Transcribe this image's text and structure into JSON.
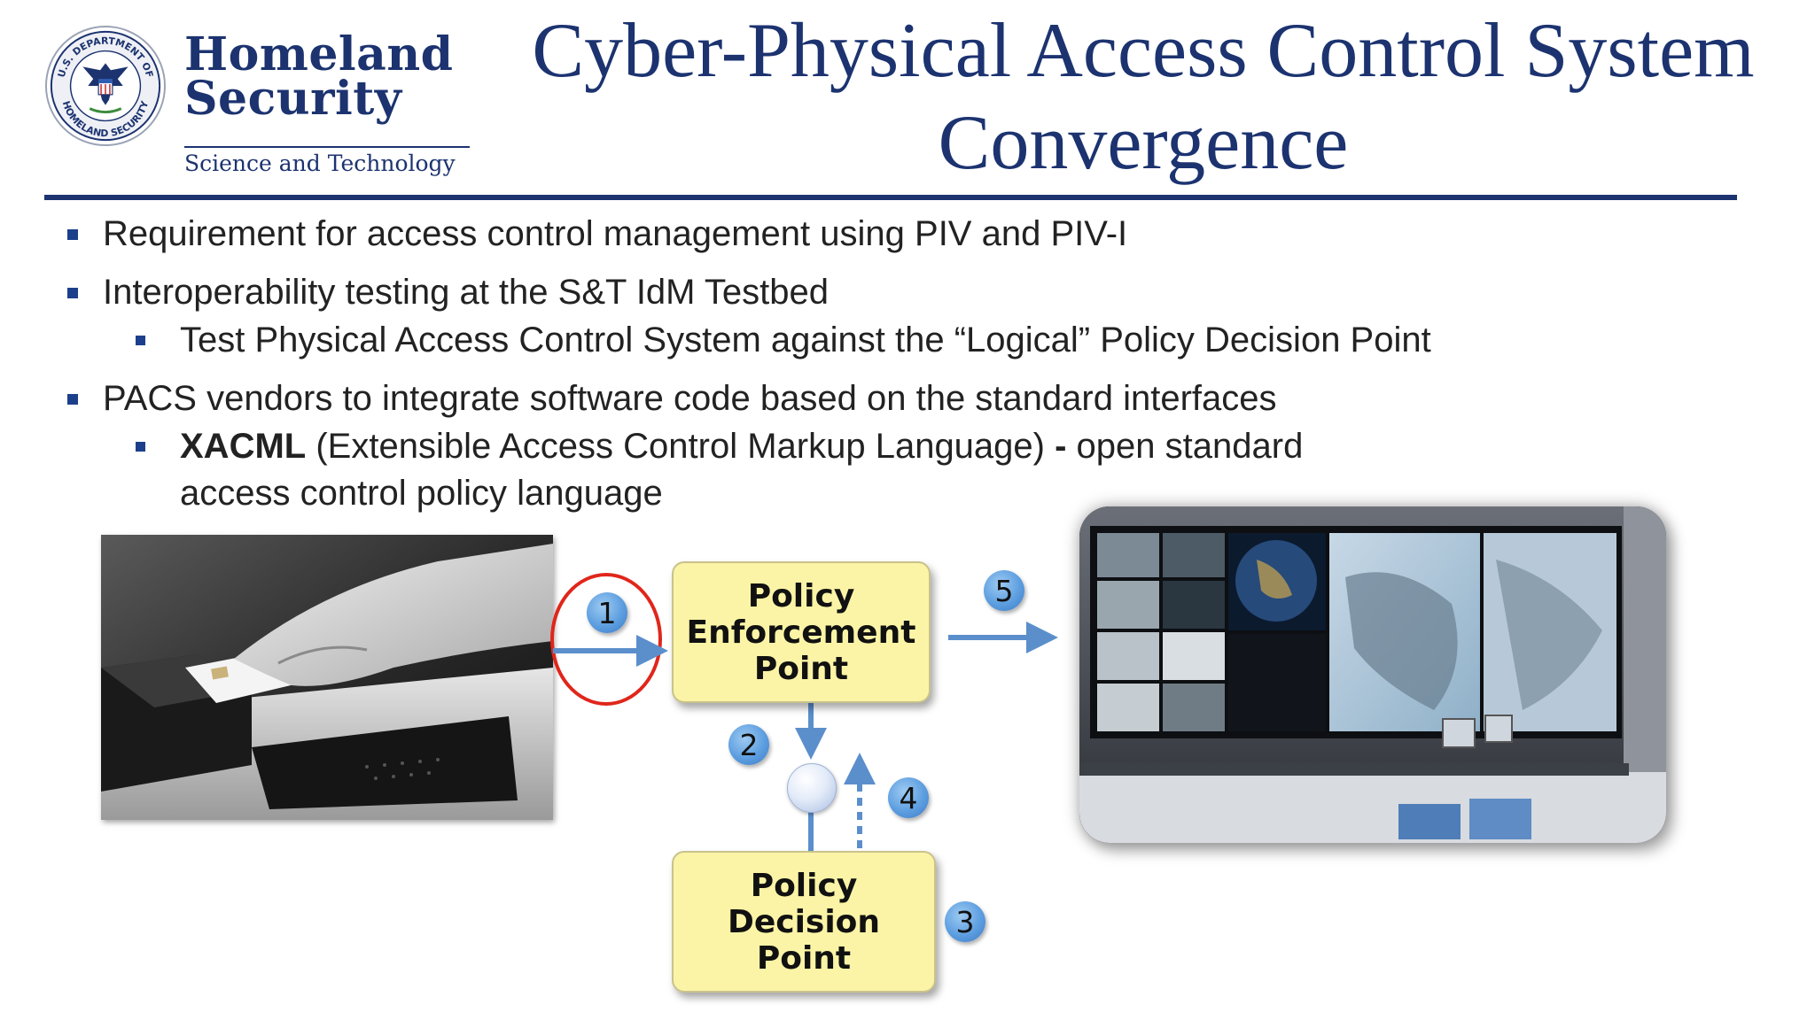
{
  "header": {
    "org_line1": "Homeland",
    "org_line2": "Security",
    "org_subtitle": "Science and Technology",
    "seal_text_top": "U.S. DEPARTMENT OF",
    "seal_text_bottom": "HOMELAND SECURITY",
    "title_line1": "Cyber-Physical Access Control System",
    "title_line2": "Convergence"
  },
  "bullets": {
    "b1": "Requirement for access control management using PIV and PIV-I",
    "b2": "Interoperability testing at the S&T IdM Testbed",
    "b3": "Test Physical Access Control System against the “Logical” Policy Decision Point",
    "b4": "PACS vendors to integrate software code based on the standard interfaces",
    "b5_strong": "XACML",
    "b5_text": " (Extensible Access Control Markup Language) ",
    "b5_dash": "-",
    "b5_tail": " open standard",
    "b6": "access control policy language"
  },
  "diagram": {
    "pep_label": "Policy\nEnforcement\nPoint",
    "pdp_label": "Policy\nDecision\nPoint",
    "steps": {
      "s1": "1",
      "s2": "2",
      "s3": "3",
      "s4": "4",
      "s5": "5"
    }
  },
  "colors": {
    "brand_navy": "#1c3370",
    "bullet_blue": "#1c3f8c",
    "box_yellow": "#fbf4a6",
    "arrow_blue": "#5b8fcc",
    "highlight_red": "#e0261b"
  }
}
